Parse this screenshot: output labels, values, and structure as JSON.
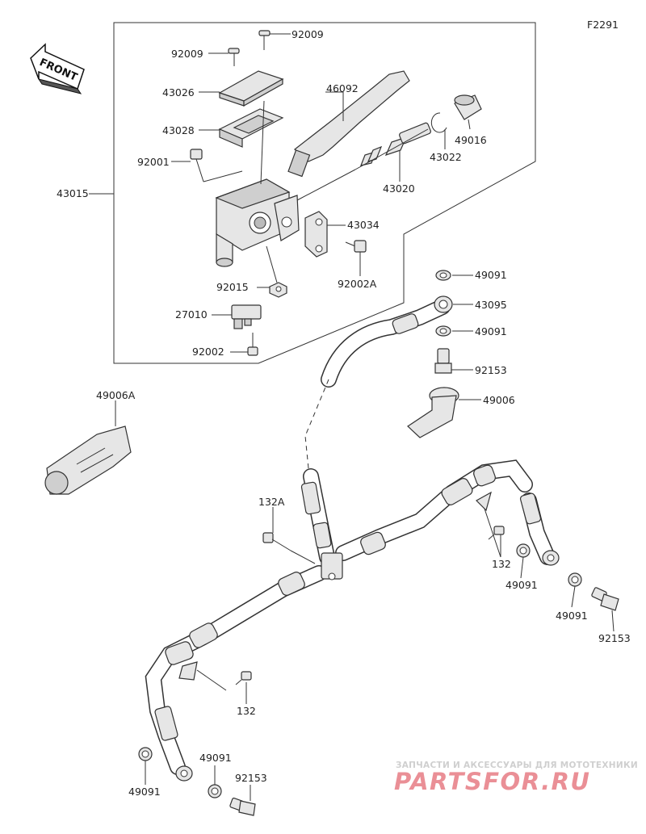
{
  "diagram_code": "F2291",
  "front_label": "FRONT",
  "parts": {
    "p92009a": "92009",
    "p92009b": "92009",
    "p43026": "43026",
    "p46092": "46092",
    "p43028": "43028",
    "p49016": "49016",
    "p43022": "43022",
    "p92001": "92001",
    "p43020": "43020",
    "p43015": "43015",
    "p43034": "43034",
    "p92002A": "92002A",
    "p92015": "92015",
    "p27010": "27010",
    "p92002": "92002",
    "p49091a": "49091",
    "p43095": "43095",
    "p49091b": "49091",
    "p92153a": "92153",
    "p49006": "49006",
    "p49006A": "49006A",
    "p132A": "132A",
    "p132a": "132",
    "p49091c": "49091",
    "p49091d": "49091",
    "p92153b": "92153",
    "p132b": "132",
    "p49091e": "49091",
    "p49091f": "49091",
    "p92153c": "92153"
  },
  "watermark": {
    "subtitle": "ЗАПЧАСТИ И АКСЕССУАРЫ ДЛЯ МОТОТЕХНИКИ",
    "brand": "PARTSFOR.RU"
  }
}
